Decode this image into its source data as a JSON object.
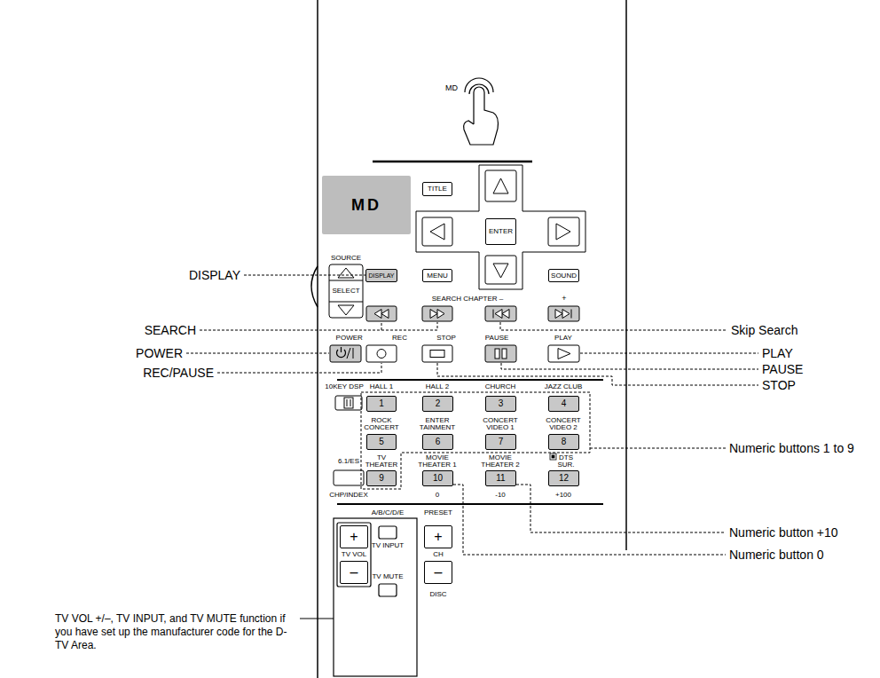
{
  "diagram": {
    "nodes": [
      {
        "text": [
          "MD"
        ]
      },
      {
        "text": [
          "TITLE"
        ]
      },
      {
        "text": [
          "ENTER"
        ]
      },
      {
        "text": [
          "SELECT"
        ]
      },
      {
        "text": [
          "DISPLAY"
        ]
      },
      {
        "text": [
          "MENU"
        ]
      },
      {
        "text": [
          "SOUND"
        ]
      },
      {
        "text": [
          "1"
        ]
      },
      {
        "text": [
          "2"
        ]
      },
      {
        "text": [
          "3"
        ]
      },
      {
        "text": [
          "4"
        ]
      },
      {
        "text": [
          "5"
        ]
      },
      {
        "text": [
          "6"
        ]
      },
      {
        "text": [
          "7"
        ]
      },
      {
        "text": [
          "8"
        ]
      },
      {
        "text": [
          "9"
        ]
      },
      {
        "text": [
          "10"
        ]
      },
      {
        "text": [
          "11"
        ]
      },
      {
        "text": [
          "12"
        ]
      },
      {
        "text": [
          "+"
        ]
      },
      {
        "text": [
          "–"
        ]
      },
      {
        "text": [
          "+"
        ]
      },
      {
        "text": [
          "–"
        ]
      }
    ],
    "labels": [
      "MD",
      "SOURCE",
      "SEARCH CHAPTER –",
      "+",
      "POWER REC STOP PAUSE",
      "PLAY",
      "10KEY DSP",
      "HALL 1",
      "HALL 2",
      "CHURCH",
      "JAZZ CLUB",
      "ROCK CONCERT",
      "ENTER TAINMENT",
      "CONCERT VIDEO 1",
      "CONCERT VIDEO 2",
      "6.1/ES",
      "TV THEATER",
      "MOVIE THEATER 1",
      "MOVIE THEATER 2",
      "DTS SUR.",
      "CHP/INDEX",
      "0",
      "-10",
      "+100",
      "A/B/C/D/E",
      "PRESET",
      "TV INPUT",
      "TV MUTE",
      "TV VOL",
      "CH",
      "DISC",
      "DISPLAY",
      "SEARCH",
      "POWER",
      "REC/PAUSE",
      "TV VOL +/–, TV INPUT, and TV MUTE function if you have set up the manufacturer code for the D-TV Area.",
      "Skip Search",
      "PLAY",
      "PAUSE",
      "STOP",
      "Numeric buttons 1 to 9",
      "Numeric button +10",
      "Numeric button 0"
    ]
  }
}
